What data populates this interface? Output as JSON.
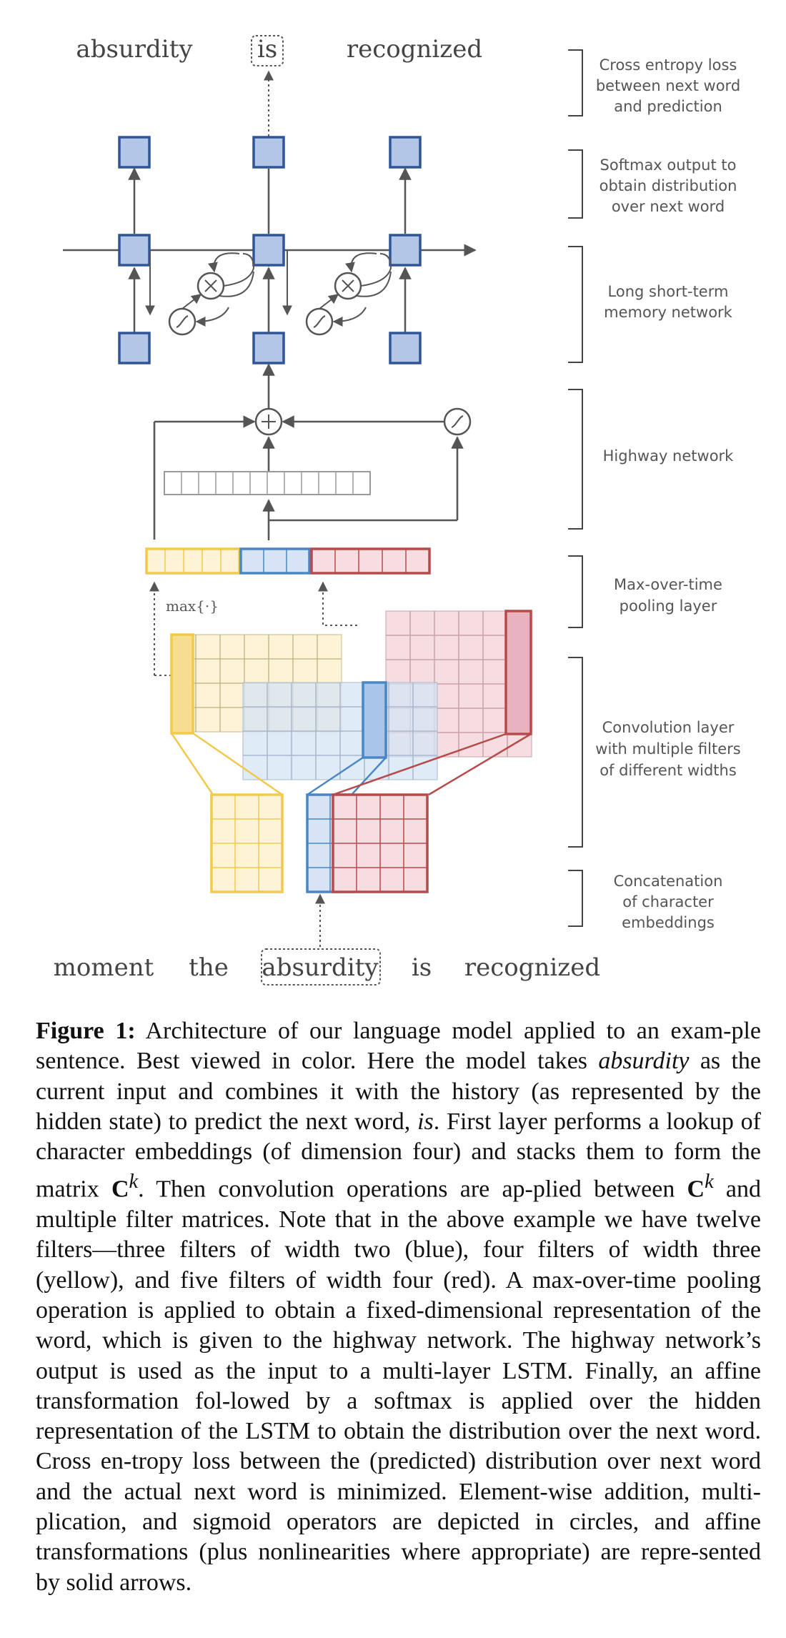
{
  "figure": {
    "output_words": [
      "absurdity",
      "is",
      "recognized"
    ],
    "input_words": [
      "moment",
      "the",
      "absurdity",
      "is",
      "recognized"
    ],
    "pooling_label": "max{·}",
    "layer_labels": [
      [
        "Cross entropy loss",
        "between next word",
        "and prediction"
      ],
      [
        "Softmax output to",
        "obtain distribution",
        "over next word"
      ],
      [
        "Long short-term",
        "memory network"
      ],
      [
        "Highway network"
      ],
      [
        "Max-over-time",
        "pooling layer"
      ],
      [
        "Convolution layer",
        "with multiple filters",
        "of different widths"
      ],
      [
        "Concatenation",
        "of character",
        "embeddings"
      ]
    ],
    "colors": {
      "lstm_fill": "#b4c6e7",
      "lstm_border": "#2f5597",
      "yellow_border": "#f2c94c",
      "yellow_fill": "#fdf3d6",
      "blue_border": "#4a86c6",
      "blue_fill": "#d6e4f5",
      "red_border": "#b84a4a",
      "red_fill": "#f5dde1",
      "line": "#555555"
    }
  },
  "caption": {
    "figure_label": "Figure 1:",
    "lines": [
      [
        {
          "t": "Architecture of our language model applied to an exam-"
        }
      ],
      [
        {
          "t": "ple sentence. Best viewed in color. Here the model takes "
        },
        {
          "t": "absurdity",
          "i": true
        }
      ],
      [
        {
          "t": "as the current input and combines it with the history (as represented"
        }
      ],
      [
        {
          "t": "by the hidden state) to predict the next word, "
        },
        {
          "t": "is",
          "i": true
        },
        {
          "t": ". First layer performs"
        }
      ],
      [
        {
          "t": "a lookup of character embeddings (of dimension four) and stacks"
        }
      ],
      [
        {
          "t": "them to form the matrix "
        },
        {
          "t": "C",
          "b": true
        },
        {
          "t": "k",
          "sup": true
        },
        {
          "t": ". Then convolution operations are ap-"
        }
      ],
      [
        {
          "t": "plied between "
        },
        {
          "t": "C",
          "b": true
        },
        {
          "t": "k",
          "sup": true
        },
        {
          "t": " and multiple filter matrices. Note that in the"
        }
      ],
      [
        {
          "t": "above example we have twelve filters—three filters of width two"
        }
      ],
      [
        {
          "t": "(blue), four filters of width three (yellow), and five filters of width"
        }
      ],
      [
        {
          "t": "four (red). A max-over-time pooling operation is applied to obtain"
        }
      ],
      [
        {
          "t": "a fixed-dimensional representation of the word, which is given to"
        }
      ],
      [
        {
          "t": "the highway network. The highway network’s output is used as the"
        }
      ],
      [
        {
          "t": "input to a multi-layer LSTM. Finally, an affine transformation fol-"
        }
      ],
      [
        {
          "t": "lowed by a softmax is applied over the hidden representation of"
        }
      ],
      [
        {
          "t": "the LSTM to obtain the distribution over the next word. Cross en-"
        }
      ],
      [
        {
          "t": "tropy loss between the (predicted) distribution over next word and"
        }
      ],
      [
        {
          "t": "the actual next word is minimized. Element-wise addition, multi-"
        }
      ],
      [
        {
          "t": "plication, and sigmoid operators are depicted in circles, and affine"
        }
      ],
      [
        {
          "t": "transformations (plus nonlinearities where appropriate) are repre-"
        }
      ],
      [
        {
          "t": "sented by solid arrows."
        }
      ]
    ]
  }
}
